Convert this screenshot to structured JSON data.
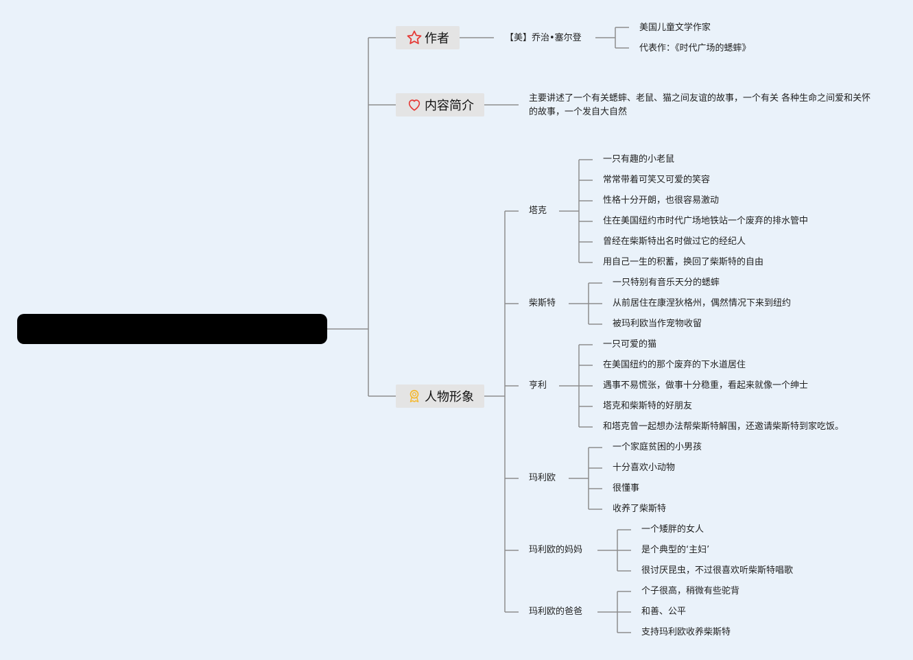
{
  "root": {
    "label": ""
  },
  "author": {
    "label": "作者",
    "icon": "star-icon",
    "name": "【美】乔治•塞尔登",
    "details": [
      "美国儿童文学作家",
      "代表作：《时代广场的蟋蟀》"
    ]
  },
  "summary": {
    "label": "内容简介",
    "icon": "heart-icon",
    "text": "主要讲述了一个有关蟋蟀、老鼠、猫之间友谊的故事，一个有关 各种生命之间爱和关怀的故事，一个发自大自然"
  },
  "characters": {
    "label": "人物形象",
    "icon": "award-icon",
    "items": [
      {
        "name": "塔克",
        "traits": [
          "一只有趣的小老鼠",
          "常常带着可笑又可爱的笑容",
          "性格十分开朗，也很容易激动",
          "住在美国纽约市时代广场地铁站一个废弃的排水管中",
          "曾经在柴斯特出名时做过它的经纪人",
          "用自己一生的积蓄，换回了柴斯特的自由"
        ]
      },
      {
        "name": "柴斯特",
        "traits": [
          "一只特别有音乐天分的蟋蟀",
          "从前居住在康涅狄格州，偶然情况下来到纽约",
          "被玛利欧当作宠物收留"
        ]
      },
      {
        "name": "亨利",
        "traits": [
          "一只可爱的猫",
          "在美国纽约的那个废弃的下水道居住",
          "遇事不易慌张，做事十分稳重，看起来就像一个绅士",
          "塔克和柴斯特的好朋友",
          "和塔克曾一起想办法帮柴斯特解围，还邀请柴斯特到家吃饭。"
        ]
      },
      {
        "name": "玛利欧",
        "traits": [
          "一个家庭贫困的小男孩",
          "十分喜欢小动物",
          "很懂事",
          "收养了柴斯特"
        ]
      },
      {
        "name": "玛利欧的妈妈",
        "traits": [
          "一个矮胖的女人",
          "是个典型的‘主妇’",
          "很讨厌昆虫，不过很喜欢听柴斯特唱歌"
        ]
      },
      {
        "name": "玛利欧的爸爸",
        "traits": [
          "个子很高，稍微有些驼背",
          "和善、公平",
          "支持玛利欧收养柴斯特"
        ]
      }
    ]
  }
}
